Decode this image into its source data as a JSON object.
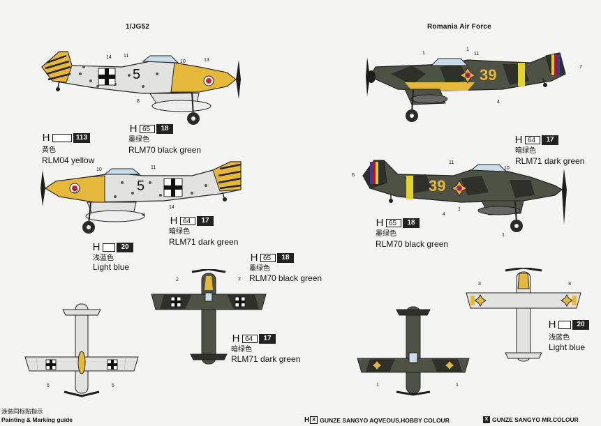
{
  "headers": {
    "left": "1/JG52",
    "right": "Romania Air Force"
  },
  "colors": {
    "yellow": "#e6b83a",
    "light_blue": "#dfe3e6",
    "dark_green": "#4d5245",
    "black_green": "#2e3029",
    "propeller": "#1d1d1d",
    "romanian_band": "#e4d42a"
  },
  "callouts": {
    "yellow": {
      "h": "H",
      "code1": "113",
      "code2": "",
      "cn": "黄色",
      "en": "RLM04 yellow"
    },
    "black_green_left": {
      "h": "H",
      "code1": "65",
      "code2": "18",
      "cn": "墨绿色",
      "en": "RLM70 black green"
    },
    "dark_green_left": {
      "h": "H",
      "code1": "64",
      "code2": "17",
      "cn": "暗绿色",
      "en": "RLM71 dark green"
    },
    "light_blue_left": {
      "h": "H",
      "code1": "",
      "code2": "20",
      "cn": "浅蓝色",
      "en": "Light blue"
    },
    "black_green_center": {
      "h": "H",
      "code1": "65",
      "code2": "18",
      "cn": "墨绿色",
      "en": "RLM70 black green"
    },
    "dark_green_center": {
      "h": "H",
      "code1": "64",
      "code2": "17",
      "cn": "暗绿色",
      "en": "RLM71 dark green"
    },
    "dark_green_right": {
      "h": "H",
      "code1": "64",
      "code2": "17",
      "cn": "暗绿色",
      "en": "RLM71 dark green"
    },
    "black_green_right": {
      "h": "H",
      "code1": "65",
      "code2": "18",
      "cn": "墨绿色",
      "en": "RLM70 black green"
    },
    "light_blue_right": {
      "h": "H",
      "code1": "",
      "code2": "20",
      "cn": "浅蓝色",
      "en": "Light blue"
    }
  },
  "markings": {
    "left_side_number": "5",
    "right_side_number": "39"
  },
  "numbers": {
    "top_left": [
      "14",
      "11",
      "10",
      "13",
      "8"
    ],
    "mid_left": [
      "12",
      "10",
      "11",
      "14",
      "8"
    ],
    "top_right": [
      "1",
      "11",
      "1",
      "7",
      "4"
    ],
    "mid_right": [
      "6",
      "11",
      "10",
      "1",
      "4",
      "1"
    ],
    "plan": [
      "5",
      "5",
      "2",
      "2",
      "3",
      "3",
      "1",
      "1"
    ]
  },
  "footer": {
    "cn_title": "涂装同标贴指示",
    "en_title": "Painting & Marking guide",
    "aqueous_box": "X",
    "aqueous_label": "GUNZE SANGYO AQVEOUS.HOBBY COLOUR",
    "mr_box": "X",
    "mr_label": "GUNZE SANGYO MR.COLOUR"
  }
}
